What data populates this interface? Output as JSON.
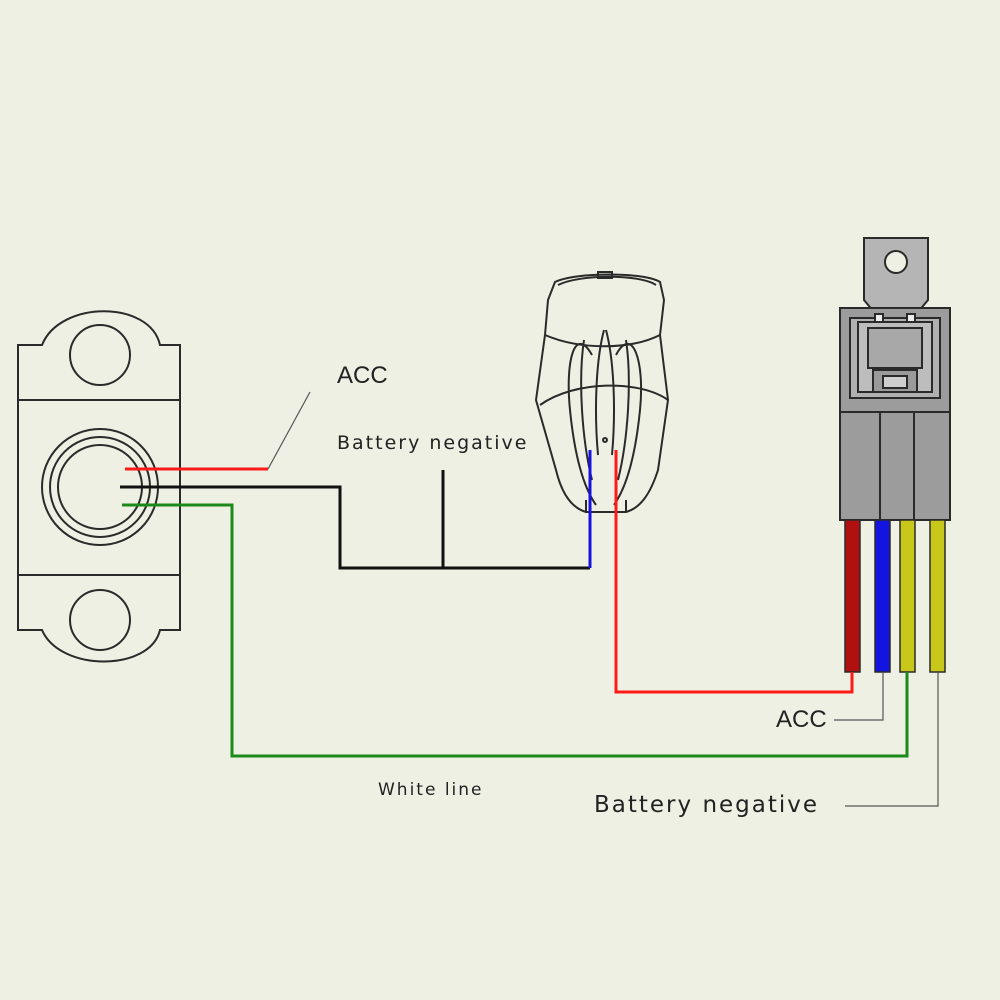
{
  "labels": {
    "acc_top": "ACC",
    "battery_negative_top": "Battery negative",
    "acc_bottom": "ACC",
    "white_line": "White line",
    "battery_negative_bottom": "Battery negative"
  },
  "wire_colors": {
    "red": "#ff1a1a",
    "blue": "#1414e0",
    "green": "#1a8a1a",
    "black": "#111111",
    "yellow": "#c8c81a",
    "dark_red": "#b01010",
    "leader": "#555555"
  },
  "colors": {
    "background": "#eef0e3",
    "outline": "#2a2a2a",
    "relay_body": "#9c9c9c",
    "relay_tab": "#b5b5b5"
  }
}
